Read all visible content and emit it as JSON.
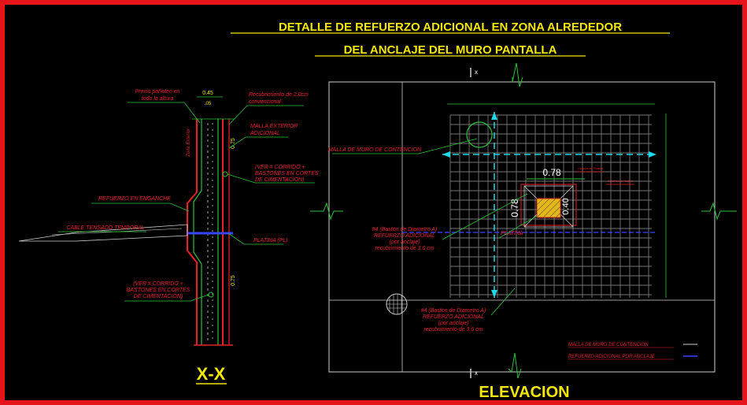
{
  "titles": {
    "line1": "DETALLE DE REFUERZO ADICIONAL EN ZONA ALREDEDOR",
    "line2": "DEL ANCLAJE DEL MURO PANTALLA",
    "section": "X-X",
    "elevation": "ELEVACION"
  },
  "section_labels": {
    "previo_1": "Previo pañeteo en",
    "previo_2": "todo la altura",
    "recub_1": "Recubrimiento de 2.0cm",
    "recub_2": "convencional",
    "malla_1": "MALLA EXTERIOR",
    "malla_2": "ADICIONAL",
    "ver_top_1": "(VER # CORRIDO +",
    "ver_top_2": "BASTONES EN CORTES",
    "ver_top_3": "DE CIMENTACION)",
    "enganche": "REFUERZO EN ENGANCHE",
    "cable": "CABLE TENSADO TEMPORAL",
    "platina": "PLATINA (PL)",
    "ver_bot_1": "(VER # CORRIDO +",
    "ver_bot_2": "BASTONES EN CORTES",
    "ver_bot_3": "DE CIMENTACION)",
    "zona_exterior": "Zona Exterior",
    "dim_top": "0.45",
    "dim_small": ".05",
    "dim_075a": "0.75",
    "dim_075b": "0.75"
  },
  "elevation_labels": {
    "x_top": "x",
    "x_bottom": "x",
    "malla_muro": "MALLA DE MURO DE CONTENCION",
    "dim_078h": "0.78",
    "dim_078v": "0.78",
    "dim_040": "0.40",
    "platina": "PLATINA",
    "small_red_1": "Cuadro de Platina",
    "small_red_2": "Cuadro de Platina",
    "refuerzo_a_1": "#4 (Baston de Diametro A)",
    "refuerzo_a_2": "REFUERZO ADICIONAL",
    "refuerzo_a_3": "(por anclaje)",
    "refuerzo_a_4": "recubrimiento de 3.0 cm",
    "refuerzo_b_1": "#4 (Baston de Diametro A)",
    "refuerzo_b_2": "REFUERZO ADICIONAL",
    "refuerzo_b_3": "(por anclaje)",
    "refuerzo_b_4": "recubrimiento de 3.0 cm"
  },
  "legend": {
    "item1": "MALLA DE MURO DE CONTENCION",
    "item2": "REFUERZO ADICIONAL POR ANCLAJE"
  },
  "colors": {
    "frame": "#e8141b",
    "background": "#000000",
    "title": "#f3e600",
    "leader": "#29c43a",
    "label": "#e8202a",
    "grid": "#cfcfcf",
    "cyan": "#1fd8e8",
    "blue": "#3a44ff"
  }
}
